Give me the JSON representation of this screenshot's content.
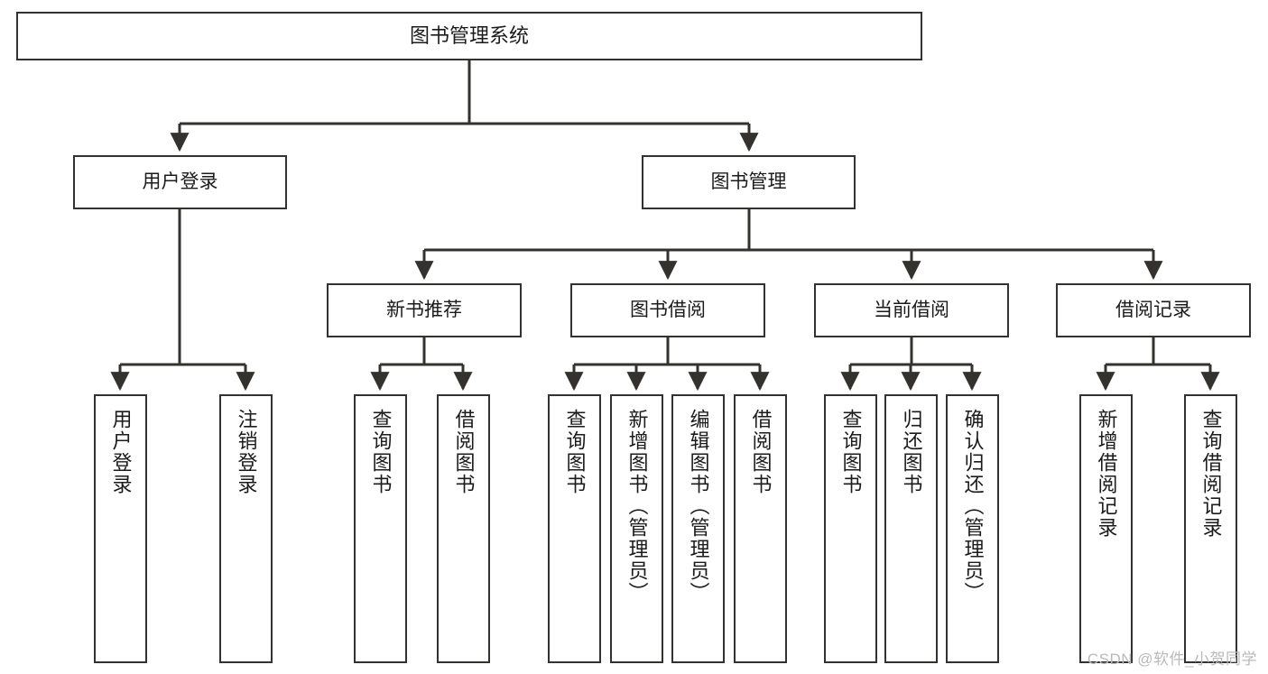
{
  "diagram": {
    "type": "tree-hierarchy-chart",
    "title": "图书管理系统",
    "edge_color": "#33322f",
    "node_border_color": "#33322f",
    "node_fill_color": "#ffffff",
    "text_color": "#1b1b1b"
  },
  "nodes": {
    "root": {
      "label": "图书管理系统"
    },
    "level2": [
      {
        "id": "user-login",
        "label": "用户登录"
      },
      {
        "id": "book-management",
        "label": "图书管理"
      }
    ],
    "level3": [
      {
        "id": "new-book-recommend",
        "label": "新书推荐"
      },
      {
        "id": "book-borrow",
        "label": "图书借阅"
      },
      {
        "id": "current-borrow",
        "label": "当前借阅"
      },
      {
        "id": "borrow-record",
        "label": "借阅记录"
      }
    ],
    "leaves": {
      "user_login": [
        {
          "id": "leaf-user-login",
          "label": "用户登录"
        },
        {
          "id": "leaf-user-logout",
          "label": "注销登录"
        }
      ],
      "new_book_recommend": [
        {
          "id": "leaf-query-book-1",
          "label": "查询图书"
        },
        {
          "id": "leaf-borrow-book-1",
          "label": "借阅图书"
        }
      ],
      "book_borrow": [
        {
          "id": "leaf-query-book-2",
          "label": "查询图书"
        },
        {
          "id": "leaf-add-book",
          "label": "新增图书（管理员）"
        },
        {
          "id": "leaf-edit-book",
          "label": "编辑图书（管理员）"
        },
        {
          "id": "leaf-borrow-book-2",
          "label": "借阅图书"
        }
      ],
      "current_borrow": [
        {
          "id": "leaf-query-book-3",
          "label": "查询图书"
        },
        {
          "id": "leaf-return-book",
          "label": "归还图书"
        },
        {
          "id": "leaf-confirm-return",
          "label": "确认归还（管理员）"
        }
      ],
      "borrow_record": [
        {
          "id": "leaf-add-record",
          "label": "新增借阅记录"
        },
        {
          "id": "leaf-query-record",
          "label": "查询借阅记录"
        }
      ]
    }
  },
  "watermark": {
    "text": "CSDN @软件_小贺同学"
  }
}
